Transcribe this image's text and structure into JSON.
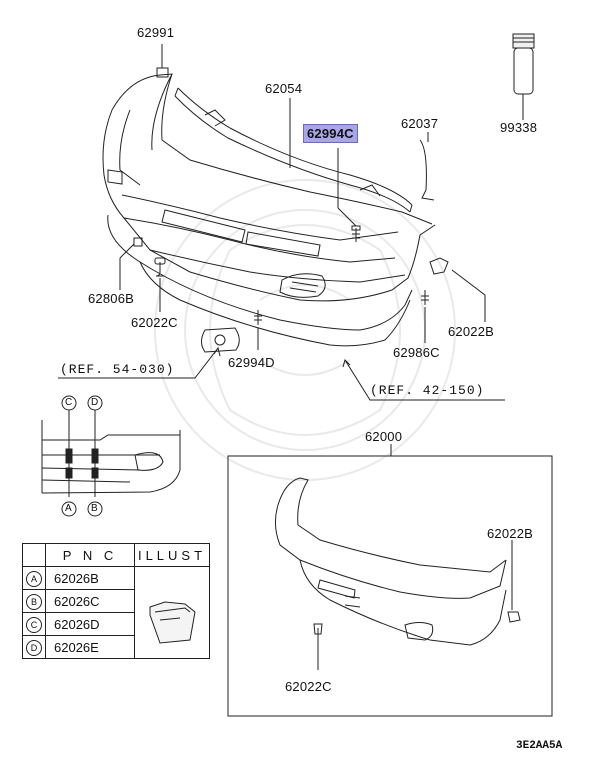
{
  "labels": {
    "p62991": "62991",
    "p62054": "62054",
    "p62994C": "62994C",
    "p62037": "62037",
    "p99338": "99338",
    "p62806B": "62806B",
    "p62022C_top": "62022C",
    "p62022B_top": "62022B",
    "p62994D": "62994D",
    "p62986C": "62986C",
    "p62000": "62000",
    "p62022B_box": "62022B",
    "p62022C_box": "62022C"
  },
  "references": {
    "ref1": "(REF. 54-030)",
    "ref2": "(REF. 42-150)"
  },
  "detail_markers": [
    "C",
    "D",
    "A",
    "B"
  ],
  "table": {
    "headers": [
      "P N C",
      "ILLUST"
    ],
    "rows": [
      {
        "mark": "A",
        "pnc": "62026B"
      },
      {
        "mark": "B",
        "pnc": "62026C"
      },
      {
        "mark": "C",
        "pnc": "62026D"
      },
      {
        "mark": "D",
        "pnc": "62026E"
      }
    ]
  },
  "diagram_code": "3E2AA5A",
  "highlight_color": "#a9a6e6"
}
